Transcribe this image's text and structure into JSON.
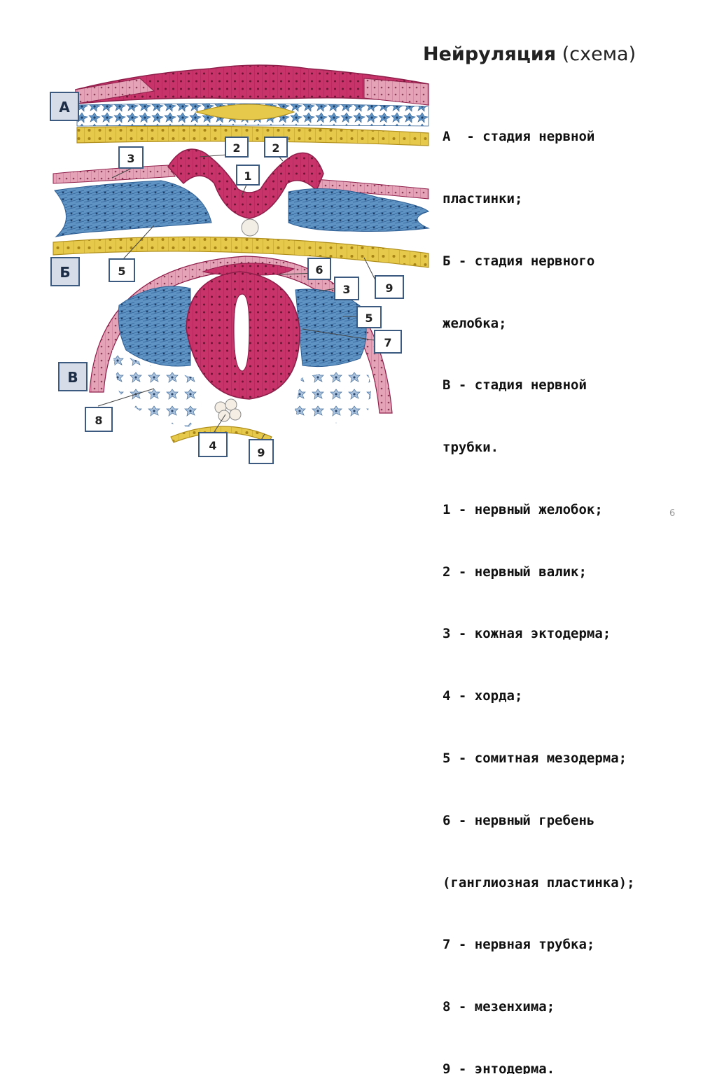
{
  "title": {
    "bold": "Нейруляция",
    "rest": " (схема)"
  },
  "legend": [
    "А  - стадия нервной",
    "пластинки;",
    "Б - стадия нервного",
    "желобка;",
    "В - стадия нервной",
    "трубки.",
    "1 - нервный желобок;",
    "2 - нервный валик;",
    "3 - кожная эктодерма;",
    "4 - хорда;",
    "5 - сомитная мезодерма;",
    "6 - нервный гребень",
    "(ганглиозная пластинка);",
    "7 - нервная трубка;",
    "8 - мезенхима;",
    "9 - энтодерма."
  ],
  "stage_labels": {
    "a": "А",
    "b": "Б",
    "v": "В"
  },
  "number_labels": {
    "n3_top": "3",
    "n2_left": "2",
    "n2_right": "2",
    "n1": "1",
    "n5_b": "5",
    "n6": "6",
    "n3_v": "3",
    "n9_b": "9",
    "n5_v": "5",
    "n7": "7",
    "n8": "8",
    "n4": "4",
    "n9_v": "9"
  },
  "slide_number": "6",
  "colors": {
    "neural": "#c8336a",
    "neural_dark": "#8e1f4a",
    "ectoderm": "#e3a0b4",
    "mesoderm": "#5e93c4",
    "mesoderm_dark": "#2f5f94",
    "endoderm": "#e6c84a",
    "endoderm_dark": "#b08f1c",
    "label_border": "#3c5a80",
    "stage_fill": "#d6dde8"
  }
}
